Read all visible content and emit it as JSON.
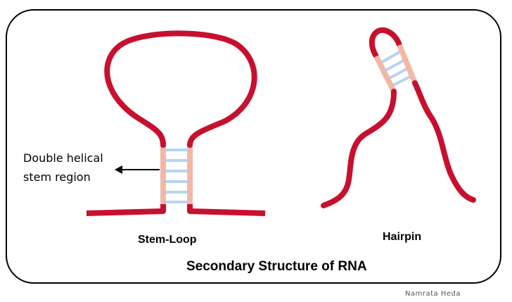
{
  "labels": {
    "stem_region_line1": "Double helical",
    "stem_region_line2": "stem region",
    "stem_loop": "Stem-Loop",
    "hairpin": "Hairpin"
  },
  "title": "Secondary Structure of RNA",
  "credit": "Namrata Heda",
  "colors": {
    "strand": "#c8102e",
    "paired_strand": "#f2b8a6",
    "base_pair": "#b7d3f2",
    "frame": "#000000",
    "arrow": "#000000"
  }
}
